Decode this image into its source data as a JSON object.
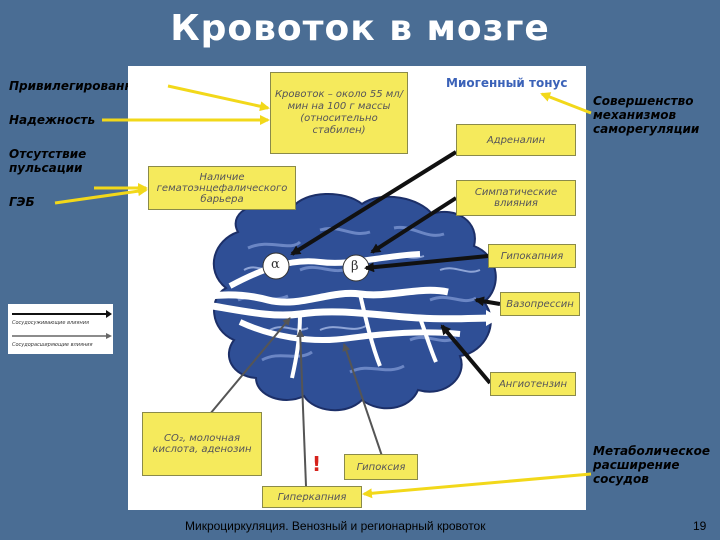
{
  "title": "Кровоток в мозге",
  "left_labels": {
    "privileged": "Привилегированность",
    "reliability": "Надежность",
    "no_pulsation": "Отсутствие пульсации",
    "bbb": "ГЭБ"
  },
  "right_labels": {
    "self_regulation": "Совершенство механизмов саморегуляции",
    "metabolic": "Метаболическое расширение сосудов"
  },
  "diagram": {
    "myogenic_tone": "Миогенный тонус",
    "blood_flow": "Кровоток – около 55 мл/мин на 100 г массы (относительно стабилен)",
    "barrier": "Наличие гематоэнцефалического барьера",
    "adrenaline": "Адреналин",
    "sympathetic": "Симпатические влияния",
    "hypocapnia": "Гипокапния",
    "vasopressin": "Вазопрессин",
    "angiotensin": "Ангиотензин",
    "metabolites": "CO₂, молочная кислота, аденозин",
    "hypoxia": "Гипоксия",
    "hypercapnia": "Гиперкапния",
    "alpha": "α",
    "beta": "β",
    "exclamation": "!"
  },
  "legend": {
    "constriction": "Сосудосуживающие влияния",
    "dilation": "Сосудорасширяющие влияния"
  },
  "footer": "Микроциркуляция. Венозный и регионарный кровоток",
  "page_number": "19",
  "colors": {
    "background": "#4a6d94",
    "box_fill": "#f5ea5c",
    "myogenic_text": "#3b62b8",
    "brain": "#2f4f96",
    "arrow_yellow": "#f2d81a"
  }
}
